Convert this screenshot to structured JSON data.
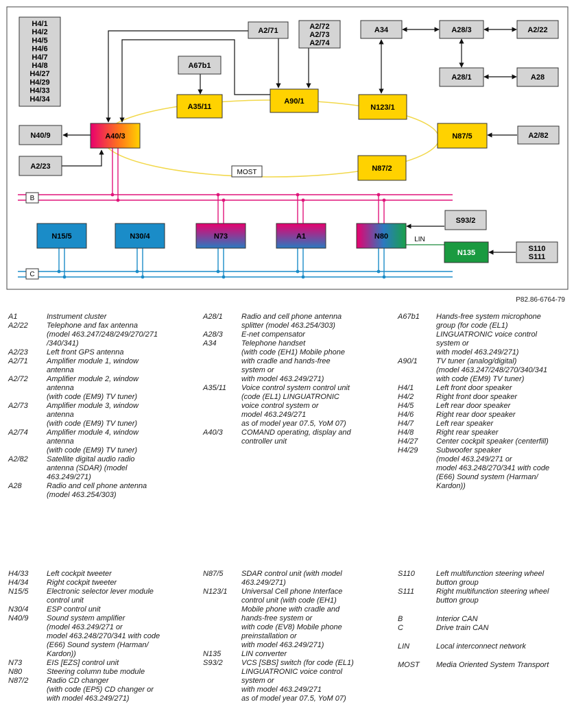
{
  "diagram": {
    "reference": "P82.86-6764-79",
    "speaker_stack": [
      "H4/1",
      "H4/2",
      "H4/5",
      "H4/6",
      "H4/7",
      "H4/8",
      "H4/27",
      "H4/29",
      "H4/33",
      "H4/34"
    ],
    "amp_stack": [
      "A2/72",
      "A2/73",
      "A2/74"
    ],
    "nodes": {
      "a2_71": "A2/71",
      "a34": "A34",
      "a28_3": "A28/3",
      "a2_22": "A2/22",
      "a28_1": "A28/1",
      "a28": "A28",
      "a67b1": "A67b1",
      "a35_11": "A35/11",
      "a90_1": "A90/1",
      "n123_1": "N123/1",
      "n40_9": "N40/9",
      "a40_3": "A40/3",
      "n87_5": "N87/5",
      "a2_82": "A2/82",
      "a2_23": "A2/23",
      "n87_2": "N87/2",
      "n15_5": "N15/5",
      "n30_4": "N30/4",
      "n73": "N73",
      "a1": "A1",
      "n80": "N80",
      "s93_2": "S93/2",
      "n135": "N135",
      "s110": "S110",
      "s111": "S111"
    },
    "bus_labels": {
      "most": "MOST",
      "b": "B",
      "c": "C",
      "lin": "LIN"
    }
  },
  "legend": {
    "col1_top": [
      {
        "code": "A1",
        "desc": [
          "Instrument cluster"
        ]
      },
      {
        "code": "A2/22",
        "desc": [
          "Telephone and fax antenna",
          "(model 463.247/248/249/270/271",
          "/340/341)"
        ]
      },
      {
        "code": "A2/23",
        "desc": [
          "Left front GPS antenna"
        ]
      },
      {
        "code": "A2/71",
        "desc": [
          "Amplifier module 1, window",
          "antenna"
        ]
      },
      {
        "code": "A2/72",
        "desc": [
          "Amplifier module 2, window",
          "antenna",
          "(with code (EM9) TV tuner)"
        ]
      },
      {
        "code": "A2/73",
        "desc": [
          "Amplifier module 3, window",
          "antenna",
          "(with code (EM9) TV tuner)"
        ]
      },
      {
        "code": "A2/74",
        "desc": [
          "Amplifier module 4, window",
          "antenna",
          "(with code (EM9) TV tuner)"
        ]
      },
      {
        "code": "A2/82",
        "desc": [
          "Satellite digital audio radio",
          "antenna (SDAR) (model",
          "463.249/271)"
        ]
      },
      {
        "code": "A28",
        "desc": [
          "Radio and cell phone antenna",
          "(model 463.254/303)"
        ]
      }
    ],
    "col2_top": [
      {
        "code": "A28/1",
        "desc": [
          "Radio and cell phone antenna",
          "splitter (model 463.254/303)"
        ]
      },
      {
        "code": "A28/3",
        "desc": [
          "E-net compensator"
        ]
      },
      {
        "code": "A34",
        "desc": [
          "Telephone handset",
          "(with code (EH1) Mobile phone",
          "with cradle and hands-free",
          "system or",
          "with model 463.249/271)"
        ]
      },
      {
        "code": "A35/11",
        "desc": [
          "Voice control system control unit",
          "(code (EL1) LINGUATRONIC",
          "voice control system or",
          "model 463.249/271",
          "as of model year 07.5, YoM 07)"
        ]
      },
      {
        "code": "A40/3",
        "desc": [
          "COMAND operating, display and",
          "controller unit"
        ]
      }
    ],
    "col3_top": [
      {
        "code": "A67b1",
        "desc": [
          "Hands-free system microphone",
          "group (for code (EL1)",
          "LINGUATRONIC voice control",
          "system or",
          "with model 463.249/271)"
        ]
      },
      {
        "code": "A90/1",
        "desc": [
          "TV tuner (analog/digital)",
          "(model 463.247/248/270/340/341",
          "with code (EM9) TV tuner)"
        ]
      },
      {
        "code": "H4/1",
        "desc": [
          "Left front door speaker"
        ]
      },
      {
        "code": "H4/2",
        "desc": [
          "Right front door speaker"
        ]
      },
      {
        "code": "H4/5",
        "desc": [
          "Left rear door speaker"
        ]
      },
      {
        "code": "H4/6",
        "desc": [
          "Right rear door speaker"
        ]
      },
      {
        "code": "H4/7",
        "desc": [
          "Left rear speaker"
        ]
      },
      {
        "code": "H4/8",
        "desc": [
          "Right rear speaker"
        ]
      },
      {
        "code": "H4/27",
        "desc": [
          "Center cockpit speaker (centerfill)"
        ]
      },
      {
        "code": "H4/29",
        "desc": [
          "Subwoofer speaker",
          "(model 463.249/271 or",
          "model 463.248/270/341 with code",
          "(E66) Sound system (Harman/",
          "Kardon))"
        ]
      }
    ],
    "col1_bottom": [
      {
        "code": "H4/33",
        "desc": [
          "Left cockpit tweeter"
        ]
      },
      {
        "code": "H4/34",
        "desc": [
          "Right cockpit tweeter"
        ]
      },
      {
        "code": "N15/5",
        "desc": [
          "Electronic selector lever module",
          "control unit"
        ]
      },
      {
        "code": "N30/4",
        "desc": [
          "ESP control unit"
        ]
      },
      {
        "code": "N40/9",
        "desc": [
          "Sound system amplifier",
          "(model 463.249/271 or",
          "model 463.248/270/341 with code",
          "(E66) Sound system (Harman/",
          "Kardon))"
        ]
      },
      {
        "code": "N73",
        "desc": [
          "EIS [EZS] control unit"
        ]
      },
      {
        "code": "N80",
        "desc": [
          "Steering column tube module"
        ]
      },
      {
        "code": "N87/2",
        "desc": [
          "Radio CD changer",
          "(with code (EP5) CD changer or",
          "with model 463.249/271)"
        ]
      }
    ],
    "col2_bottom": [
      {
        "code": "N87/5",
        "desc": [
          "SDAR control unit (with model",
          "463.249/271)"
        ]
      },
      {
        "code": "N123/1",
        "desc": [
          "Universal Cell phone Interface",
          "control unit (with code (EH1)",
          "Mobile phone with cradle and",
          "hands-free system or",
          "with code (EV8) Mobile phone",
          "preinstallation or",
          "with model 463.249/271)"
        ]
      },
      {
        "code": "N135",
        "desc": [
          "LIN converter"
        ]
      },
      {
        "code": "S93/2",
        "desc": [
          "VCS [SBS] switch (for code (EL1)",
          "LINGUATRONIC voice control",
          "system or",
          "with model 463.249/271",
          "as of model year 07.5, YoM 07)"
        ]
      }
    ],
    "col3_bottom": [
      {
        "code": "S110",
        "desc": [
          "Left multifunction steering wheel",
          "button group"
        ]
      },
      {
        "code": "S111",
        "desc": [
          "Right multifunction steering wheel",
          "button group"
        ]
      },
      {
        "code": "B",
        "desc": [
          "Interior CAN"
        ]
      },
      {
        "code": "C",
        "desc": [
          "Drive train CAN"
        ]
      },
      {
        "code": "LIN",
        "desc": [
          "Local interconnect network"
        ]
      },
      {
        "code": "MOST",
        "desc": [
          "Media Oriented System Transport"
        ]
      }
    ]
  }
}
